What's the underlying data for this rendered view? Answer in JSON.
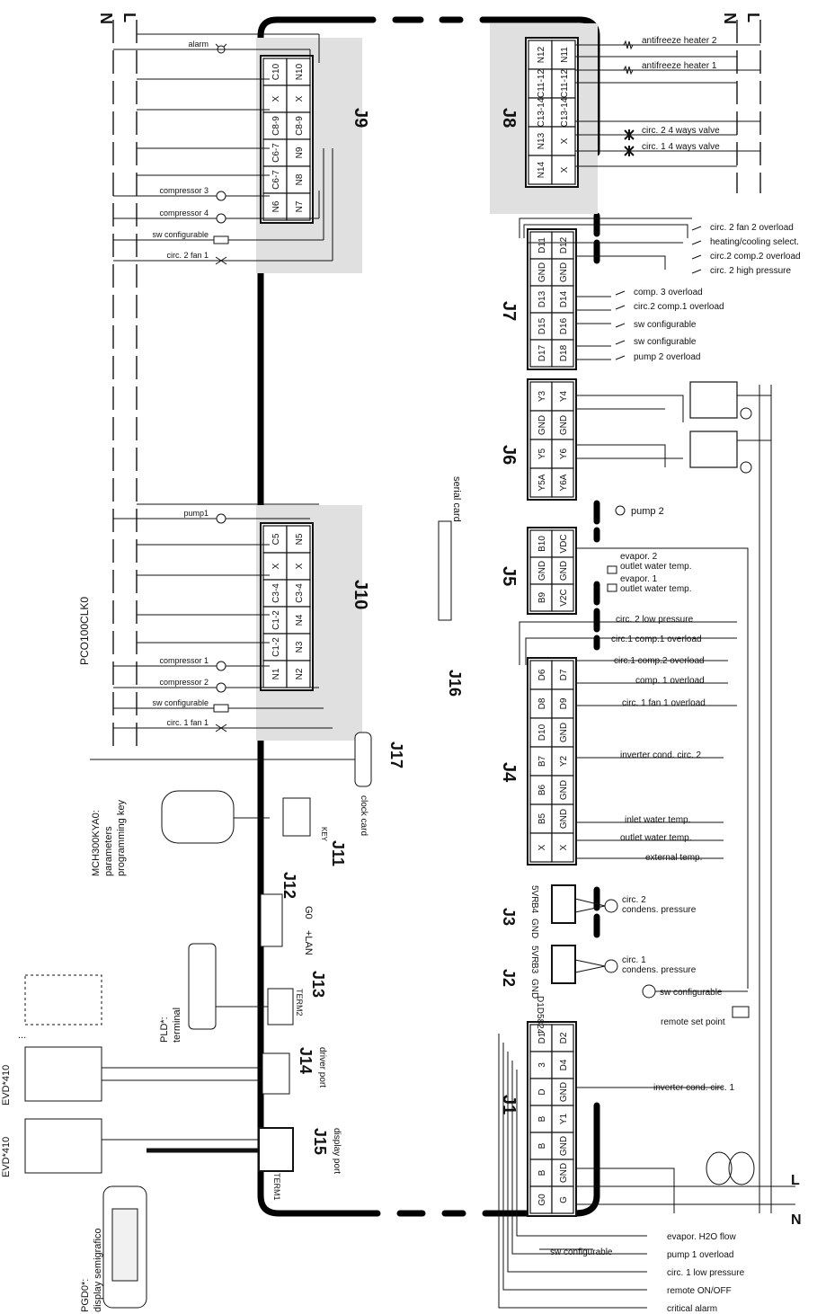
{
  "power_labels": {
    "N": "N",
    "L": "L"
  },
  "serial_card_label": "serial card",
  "pco_clock_part": "PCO100CLK0",
  "clock_card_label": "clock card",
  "key": {
    "part": "MCH300KYA0:",
    "line2": "parameters",
    "line3": "programming key",
    "connector_text": "KEY"
  },
  "pld": {
    "part": "PLD*:",
    "line2": "terminal"
  },
  "evd": {
    "part1": "EVD*410",
    "part2": "EVD*410",
    "dots": "..."
  },
  "pgd": {
    "part": "PGD0*:",
    "line2": "display semigrafico"
  },
  "connectors": [
    {
      "id": "J9",
      "row_top": [
        "C10",
        "X",
        "C8-9",
        "C6-7",
        "C6-7",
        "N6"
      ],
      "row_bottom": [
        "N10",
        "X",
        "C8-9",
        "N9",
        "N8",
        "N7"
      ]
    },
    {
      "id": "J8",
      "row_top": [
        "N12",
        "C11-12",
        "C13-14",
        "N13",
        "N14"
      ],
      "row_bottom": [
        "N11",
        "C11-12",
        "C13-14",
        "X",
        "X"
      ]
    },
    {
      "id": "J7",
      "row_top": [
        "D11",
        "GND",
        "D13",
        "D15",
        "D17"
      ],
      "row_bottom": [
        "D12",
        "GND",
        "D14",
        "D16",
        "D18"
      ]
    },
    {
      "id": "J6",
      "row_top": [
        "Y3",
        "GND",
        "Y5",
        "Y5A"
      ],
      "row_bottom": [
        "Y4",
        "GND",
        "Y6",
        "Y6A"
      ]
    },
    {
      "id": "J5",
      "row_top": [
        "B10",
        "GND",
        "B9"
      ],
      "row_bottom": [
        "VDC",
        "GND",
        "V2C"
      ]
    },
    {
      "id": "J10",
      "row_top": [
        "C5",
        "X",
        "C3-4",
        "C1-2",
        "C1-2",
        "N1"
      ],
      "row_bottom": [
        "N5",
        "X",
        "C3-4",
        "N4",
        "N3",
        "N2"
      ]
    },
    {
      "id": "J4",
      "row_top": [
        "D6",
        "D8",
        "D10",
        "B7",
        "B6",
        "B5",
        "X"
      ],
      "row_bottom": [
        "D7",
        "D9",
        "GND",
        "Y2",
        "GND",
        "GND",
        "X"
      ]
    },
    {
      "id": "J1",
      "row_top": [
        "D1",
        "3",
        "D",
        "B",
        "B",
        "B",
        "G0"
      ],
      "row_bottom": [
        "D2",
        "D4",
        "GND",
        "Y1",
        "GND",
        "GND",
        "G"
      ]
    }
  ],
  "extra_connectors": {
    "J16": "J16",
    "J17": "J17",
    "J11": "J11",
    "J12": "J12",
    "J13": "J13",
    "J14": "J14",
    "J15": "J15",
    "J3": "J3",
    "J2": "J2",
    "j12_pins": [
      "G0",
      "+LAN"
    ],
    "j13_text": "TERM2",
    "j14_sub": "driver port",
    "j15_sub": "display port",
    "j15_text": "TERM1",
    "j3_pins": [
      "5VR",
      "B4",
      "GND"
    ],
    "j2_pins": [
      "5VR",
      "B3",
      "GND"
    ],
    "d1_code": "D1D5824"
  },
  "j9_loads": [
    {
      "label": "alarm",
      "icon": "lamp-icon"
    },
    {
      "label": "compressor 3",
      "icon": "motor-icon"
    },
    {
      "label": "compressor 4",
      "icon": "motor-icon"
    },
    {
      "label": "sw configurable",
      "icon": "box-icon"
    },
    {
      "label": "circ. 2 fan 1",
      "icon": "fan-icon"
    }
  ],
  "j10_loads": [
    {
      "label": "pump1",
      "icon": "pump-icon"
    },
    {
      "label": "compressor 1",
      "icon": "motor-icon"
    },
    {
      "label": "compressor 2",
      "icon": "motor-icon"
    },
    {
      "label": "sw configurable",
      "icon": "box-icon"
    },
    {
      "label": "circ. 1 fan 1",
      "icon": "fan-icon"
    }
  ],
  "j8_loads": [
    {
      "label": "antifreeze heater 2",
      "icon": "heater-icon"
    },
    {
      "label": "antifreeze heater 1",
      "icon": "heater-icon"
    },
    {
      "label": "circ. 2 4 ways valve",
      "icon": "valve-icon"
    },
    {
      "label": "circ. 1 4 ways valve",
      "icon": "valve-icon"
    }
  ],
  "j7_inputs": [
    "circ. 2 fan 2 overload",
    "heating/cooling select.",
    "circ.2 comp.2 overload",
    "circ. 2 high pressure",
    "comp. 3 overload",
    "circ.2 comp.1 overload",
    "sw configurable",
    "sw configurable",
    "pump 2 overload"
  ],
  "j6_labels": {
    "pump2": "pump 2"
  },
  "j5_labels": [
    "evapor. 2",
    "outlet water temp.",
    "evapor. 1",
    "outlet water temp."
  ],
  "j4_inputs": [
    "circ. 2 low pressure",
    "circ.1 comp.1 overload",
    "circ.1 comp.2 overload",
    "comp. 1 overload",
    "circ. 1 fan 1 overload",
    "inverter cond. circ. 2",
    "inlet water temp.",
    "outlet water temp.",
    "external temp."
  ],
  "j3_labels": [
    "circ. 2",
    "condens. pressure"
  ],
  "j2_labels": [
    "circ. 1",
    "condens. pressure",
    "sw configurable",
    "remote set point"
  ],
  "j1_labels": {
    "inverter": "inverter cond. circ. 1",
    "sw": "sw configurable",
    "inputs": [
      "evapor. H2O flow",
      "pump 1 overload",
      "circ. 1 low pressure",
      "remote ON/OFF",
      "critical alarm"
    ]
  }
}
